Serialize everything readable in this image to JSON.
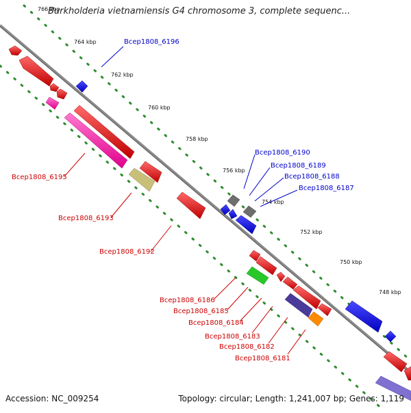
{
  "title": "Burkholderia vietnamiensis G4 chromosome 3, complete sequenc...",
  "footer": {
    "accession": "Accession: NC_009254",
    "summary": "Topology: circular; Length: 1,241,007 bp; Genes: 1,119"
  },
  "ticks": [
    "766 kbp",
    "764 kbp",
    "762 kbp",
    "760 kbp",
    "758 kbp",
    "756 kbp",
    "754 kbp",
    "752 kbp",
    "750 kbp",
    "748 kbp"
  ],
  "forward_labels": [
    "Bcep1808_6196",
    "Bcep1808_6190",
    "Bcep1808_6189",
    "Bcep1808_6188",
    "Bcep1808_6187"
  ],
  "reverse_labels": [
    "Bcep1808_6195",
    "Bcep1808_6193",
    "Bcep1808_6192",
    "Bcep1808_6186",
    "Bcep1808_6185",
    "Bcep1808_6184",
    "Bcep1808_6183",
    "Bcep1808_6182",
    "Bcep1808_6181"
  ],
  "colors": {
    "backbone": "#808080",
    "ring_dots": "#2e8b2e",
    "gene_red": "#e00000",
    "gene_blue": "#0000e6",
    "gene_gray": "#6e6e6e",
    "gene_pink": "#ff1ca8",
    "gene_khaki": "#c8c078",
    "gene_green": "#28c828",
    "gene_navy": "#4a3a9a",
    "gene_orange": "#ff8a00",
    "gene_lavender": "#8070d0",
    "forward_label": "#0000cc",
    "reverse_label": "#cc0000"
  }
}
